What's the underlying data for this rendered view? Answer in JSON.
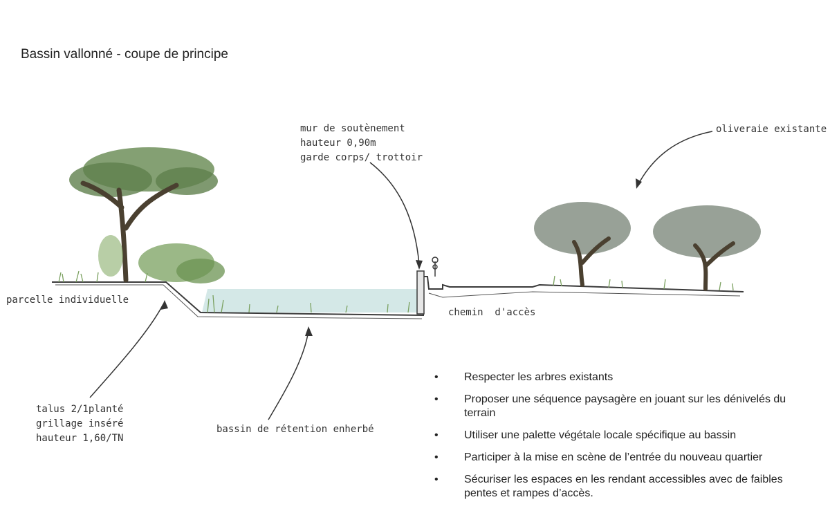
{
  "title": "Bassin vallonné - coupe de principe",
  "labels": {
    "mur": [
      "mur de soutènement",
      "hauteur 0,90m",
      "garde corps/ trottoir"
    ],
    "oliveraie": "oliveraie existante",
    "parcelle": "parcelle individuelle",
    "chemin": "chemin  d'accès",
    "talus": [
      "talus 2/1planté",
      "grillage inséré",
      "hauteur 1,60/TN"
    ],
    "bassin": "bassin de rétention enherbé"
  },
  "bullets": [
    "Respecter les arbres existants",
    "Proposer une séquence paysagère en jouant sur les dénivelés du terrain",
    "Utiliser une palette végétale locale spécifique au bassin",
    "Participer à la mise en scène de l’entrée du nouveau quartier",
    "Sécuriser les espaces en les rendant accessibles avec de faibles pentes et rampes d’accès."
  ],
  "bullet_glyph": "•",
  "colors": {
    "water": "#cfe6e4",
    "foliage": "#6f8f5a",
    "olive_foliage": "#8d978c",
    "grass": "#7aa05f",
    "ink": "#3a3a3a"
  }
}
